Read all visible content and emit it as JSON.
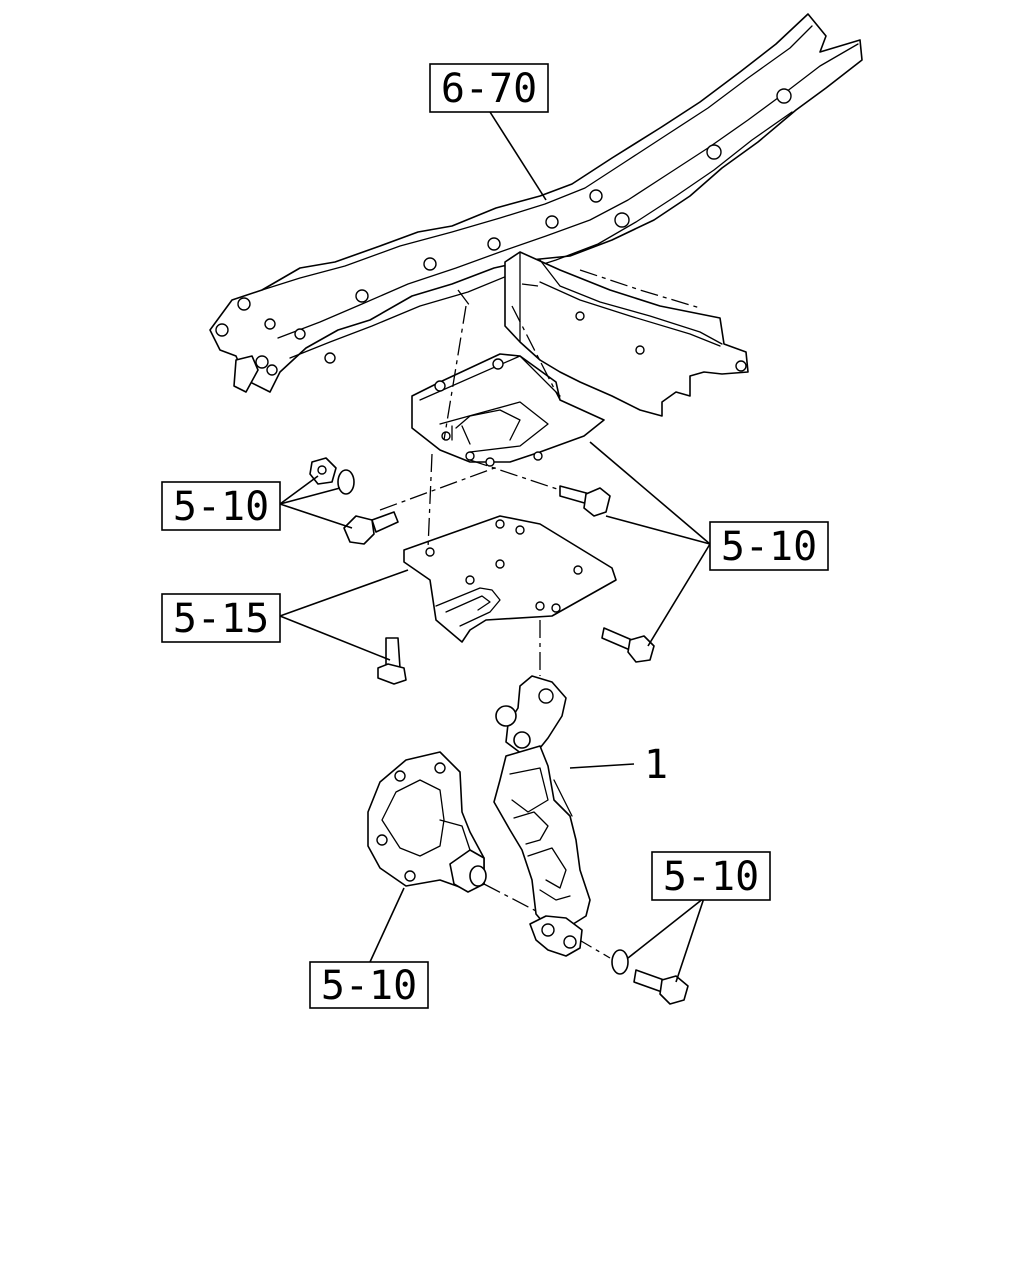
{
  "callouts": {
    "frame": "6-70",
    "bracket_bolts_left": "5-10",
    "bracket_bolts_right": "5-10",
    "plate_bolt": "5-15",
    "lever_bolt": "5-10",
    "lower_bracket": "5-10",
    "lever_item": "1"
  }
}
